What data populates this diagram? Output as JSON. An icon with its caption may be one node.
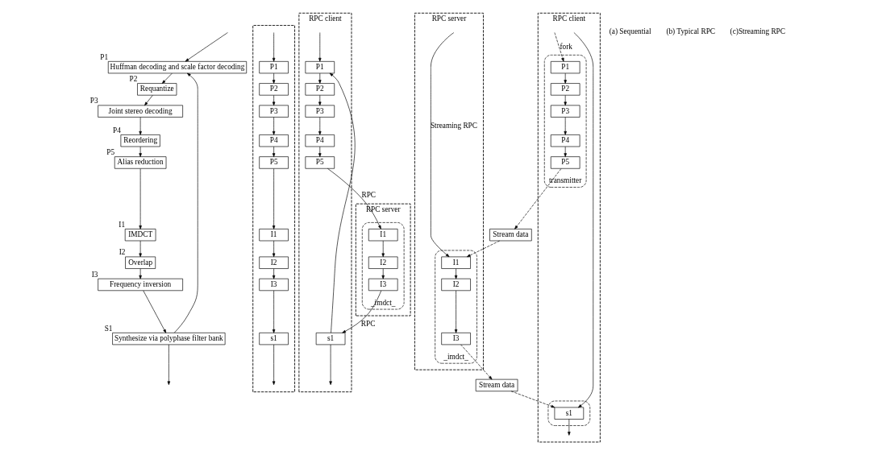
{
  "diagram": {
    "nodes": [
      {
        "text": [
          "Huffman decoding and scale factor decoding"
        ],
        "beside": [
          "P1"
        ]
      },
      {
        "text": [
          "Requantize"
        ],
        "beside": [
          "P2"
        ]
      },
      {
        "text": [
          "Joint stereo decoding"
        ],
        "beside": [
          "P3"
        ]
      },
      {
        "text": [
          "Reordering"
        ],
        "beside": [
          "P4"
        ]
      },
      {
        "text": [
          "Alias reduction"
        ],
        "beside": [
          "P5"
        ]
      },
      {
        "text": [
          "IMDCT"
        ],
        "beside": [
          "I1"
        ]
      },
      {
        "text": [
          "Overlap"
        ],
        "beside": [
          "I2"
        ]
      },
      {
        "text": [
          "Frequency inversion"
        ],
        "beside": [
          "I3"
        ]
      },
      {
        "text": [
          "Synthesize via polyphase filter bank"
        ],
        "beside": [
          "S1"
        ]
      },
      {
        "text": [],
        "shape": "box"
      },
      {
        "text": [
          "P1"
        ],
        "in": 9
      },
      {
        "text": [
          "P2"
        ],
        "in": 9
      },
      {
        "text": [
          "P3"
        ],
        "in": 9
      },
      {
        "text": [
          "P4"
        ],
        "in": 9
      },
      {
        "text": [
          "P5"
        ],
        "in": 9
      },
      {
        "text": [
          "I1"
        ],
        "in": 9
      },
      {
        "text": [
          "I2"
        ],
        "in": 9
      },
      {
        "text": [
          "I3"
        ],
        "in": 9
      },
      {
        "text": [
          "s1"
        ],
        "in": 9
      },
      {
        "text": [
          "RPC client"
        ]
      },
      {
        "text": [
          "P1"
        ],
        "in": 19
      },
      {
        "text": [
          "P2"
        ],
        "in": 19
      },
      {
        "text": [
          "P3"
        ],
        "in": 19
      },
      {
        "text": [
          "P4"
        ],
        "in": 19
      },
      {
        "text": [
          "P5"
        ],
        "in": 19
      },
      {
        "text": [
          "s1"
        ],
        "in": 19
      },
      {
        "text": [
          "RPC server"
        ]
      },
      {
        "text": [
          "_imdct_"
        ],
        "in": 26
      },
      {
        "text": [
          "I1"
        ],
        "in": 27
      },
      {
        "text": [
          "I2"
        ],
        "in": 27
      },
      {
        "text": [
          "I3"
        ],
        "in": 27
      },
      {
        "text": [
          "RPC client"
        ]
      },
      {
        "text": [],
        "shape": "box",
        "in": 31
      },
      {
        "text": [
          "s1"
        ],
        "in": 32
      },
      {
        "text": [
          "transmitter"
        ],
        "in": 31
      },
      {
        "text": [
          "P1"
        ],
        "in": 34
      },
      {
        "text": [
          "P2"
        ],
        "in": 34
      },
      {
        "text": [
          "P3"
        ],
        "in": 34
      },
      {
        "text": [
          "P4"
        ],
        "in": 34
      },
      {
        "text": [
          "P5"
        ],
        "in": 34
      },
      {
        "text": [
          "RPC server"
        ]
      },
      {
        "text": [
          "_imdct_"
        ],
        "in": 40
      },
      {
        "text": [
          "I1"
        ],
        "in": 41
      },
      {
        "text": [
          "I2"
        ],
        "in": 41
      },
      {
        "text": [
          "I3"
        ],
        "in": 41
      },
      {
        "text": [
          "Stream data"
        ]
      },
      {
        "text": [
          "Stream data"
        ]
      }
    ],
    "edges": [
      {
        "from": null,
        "to": 0,
        "arrow": "to"
      },
      {
        "from": 0,
        "to": 1,
        "arrow": "to"
      },
      {
        "from": 1,
        "to": 2,
        "arrow": "to"
      },
      {
        "from": 2,
        "to": 3,
        "arrow": "to"
      },
      {
        "from": 3,
        "to": 4,
        "arrow": "to"
      },
      {
        "from": 4,
        "to": 5,
        "arrow": "to"
      },
      {
        "from": 5,
        "to": 6,
        "arrow": "to"
      },
      {
        "from": 6,
        "to": 7,
        "arrow": "to"
      },
      {
        "from": 7,
        "to": 8,
        "arrow": "to"
      },
      {
        "from": 8,
        "to": null,
        "arrow": "to"
      },
      {
        "from": 8,
        "to": 0,
        "arrow": "to"
      },
      {
        "from": null,
        "to": 10,
        "arrow": "to"
      },
      {
        "from": 10,
        "to": 11,
        "arrow": "to"
      },
      {
        "from": 11,
        "to": 12,
        "arrow": "to"
      },
      {
        "from": 12,
        "to": 13,
        "arrow": "to"
      },
      {
        "from": 13,
        "to": 14,
        "arrow": "to"
      },
      {
        "from": 14,
        "to": 15,
        "arrow": "to"
      },
      {
        "from": 15,
        "to": 16,
        "arrow": "to"
      },
      {
        "from": 16,
        "to": 17,
        "arrow": "to"
      },
      {
        "from": 17,
        "to": 18,
        "arrow": "to"
      },
      {
        "from": 18,
        "to": null,
        "arrow": "to"
      },
      {
        "from": null,
        "to": 20,
        "arrow": "to"
      },
      {
        "from": 20,
        "to": 21,
        "arrow": "to"
      },
      {
        "from": 21,
        "to": 22,
        "arrow": "to"
      },
      {
        "from": 22,
        "to": 23,
        "arrow": "to"
      },
      {
        "from": 23,
        "to": 24,
        "arrow": "to"
      },
      {
        "from": 24,
        "to": 28,
        "arrow": "to",
        "label": "RPC"
      },
      {
        "from": 28,
        "to": 29,
        "arrow": "to"
      },
      {
        "from": 29,
        "to": 30,
        "arrow": "to"
      },
      {
        "from": 30,
        "to": 25,
        "arrow": "to",
        "label": "RPC"
      },
      {
        "from": 25,
        "to": null,
        "arrow": "to"
      },
      {
        "from": 25,
        "to": 20,
        "arrow": "to"
      },
      {
        "from": null,
        "to": 33,
        "arrow": "to"
      },
      {
        "from": null,
        "to": 35,
        "arrow": "to",
        "style": "dashed",
        "label": "fork"
      },
      {
        "from": null,
        "to": 42,
        "arrow": "to",
        "label": "Streaming RPC"
      },
      {
        "from": 35,
        "to": 36,
        "arrow": "to"
      },
      {
        "from": 36,
        "to": 37,
        "arrow": "to"
      },
      {
        "from": 37,
        "to": 38,
        "arrow": "to"
      },
      {
        "from": 38,
        "to": 39,
        "arrow": "to"
      },
      {
        "from": 39,
        "to": 45,
        "arrow": "to",
        "style": "dashed"
      },
      {
        "from": 45,
        "to": 42,
        "arrow": "to",
        "style": "dashed"
      },
      {
        "from": 42,
        "to": 43,
        "arrow": "to"
      },
      {
        "from": 43,
        "to": 44,
        "arrow": "to"
      },
      {
        "from": 44,
        "to": 46,
        "arrow": "to",
        "style": "dashed"
      },
      {
        "from": 46,
        "to": 33,
        "arrow": "to",
        "style": "dashed"
      },
      {
        "from": 33,
        "to": null,
        "arrow": "to"
      }
    ],
    "labels": [
      "(a) Sequential",
      "(b) Typical RPC",
      "(c)Streaming RPC"
    ]
  }
}
